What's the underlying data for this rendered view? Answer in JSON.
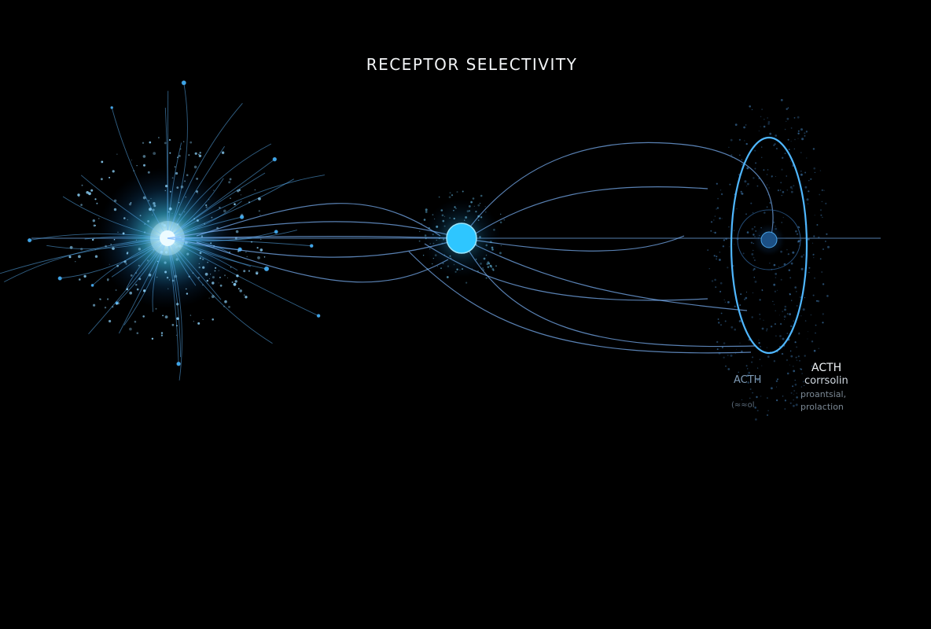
{
  "title": "RECEPTOR SELECTIVITY",
  "labels": {
    "left_main": "ACTH",
    "left_sub": "(≈≈ol",
    "right_main": "ACTH",
    "right_sub1": "corrsolin",
    "right_sub2": "proantsial,",
    "right_sub3": "prolaction"
  },
  "colors": {
    "background": "#000000",
    "glow": "#3fd2ff",
    "core": "#ffffff",
    "line": "#7fb8ff",
    "node": "#2ec6ff",
    "receptor": "#4fb7ff"
  }
}
